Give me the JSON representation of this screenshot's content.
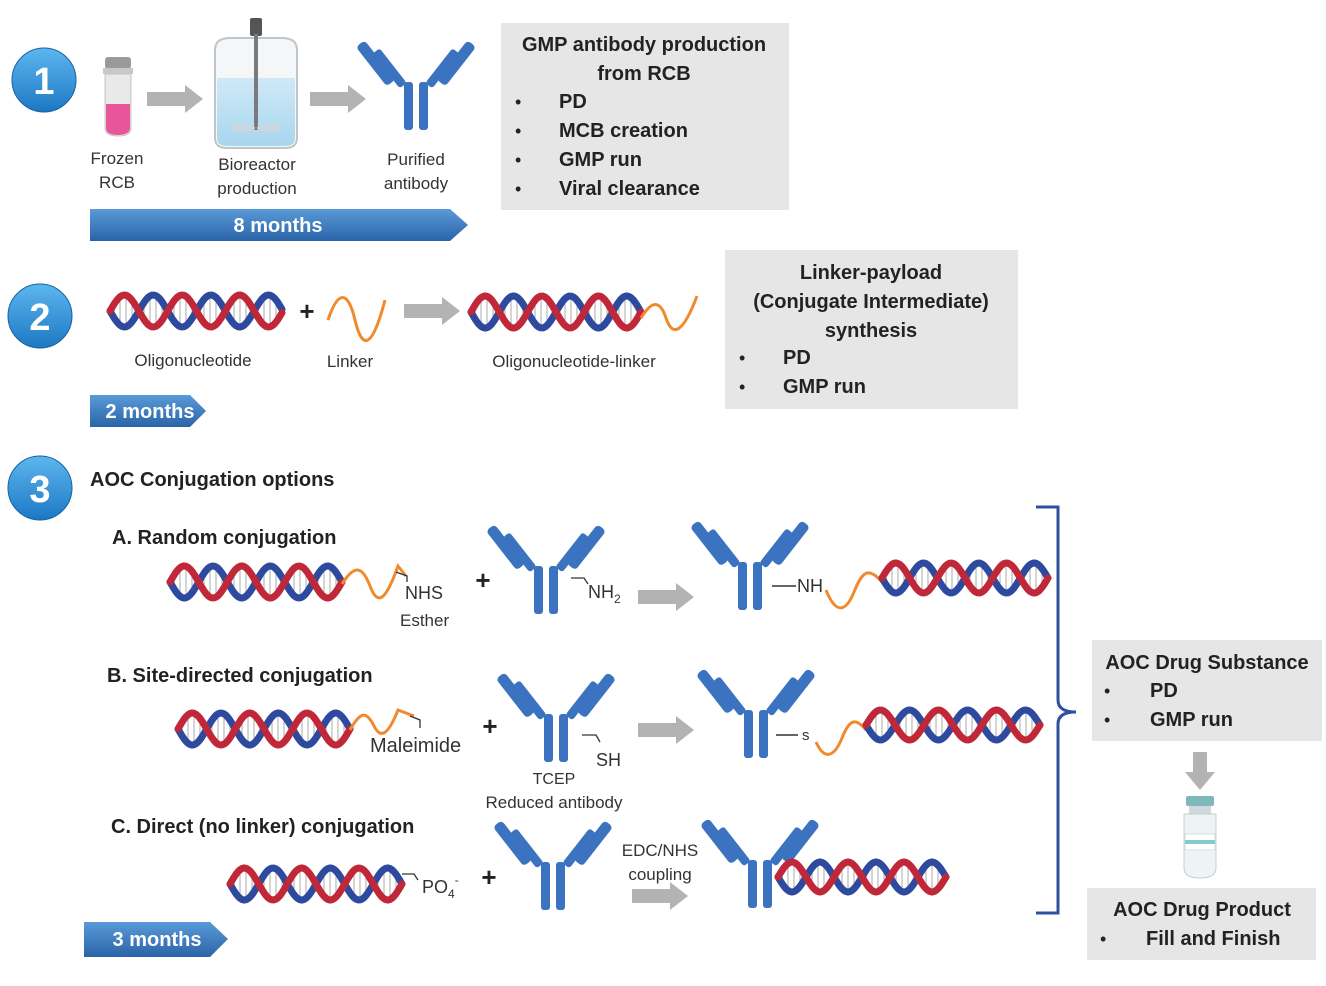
{
  "steps": [
    {
      "number": "1"
    },
    {
      "number": "2"
    },
    {
      "number": "3"
    }
  ],
  "step1": {
    "labels": {
      "frozen": [
        "Frozen",
        "RCB"
      ],
      "bioreactor": [
        "Bioreactor",
        "production"
      ],
      "purified": [
        "Purified",
        "antibody"
      ]
    },
    "timeline": "8 months",
    "box": {
      "title": [
        "GMP antibody production",
        "from RCB"
      ],
      "items": [
        "PD",
        "MCB creation",
        "GMP run",
        "Viral clearance"
      ]
    }
  },
  "step2": {
    "labels": {
      "oligo": "Oligonucleotide",
      "linker": "Linker",
      "oligo_linker": "Oligonucleotide-linker"
    },
    "plus": "+",
    "timeline": "2 months",
    "box": {
      "title": [
        "Linker-payload",
        "(Conjugate Intermediate)",
        "synthesis"
      ],
      "items": [
        "PD",
        "GMP run"
      ]
    }
  },
  "step3": {
    "heading": "AOC Conjugation options",
    "options": {
      "a": {
        "title": "A. Random conjugation",
        "group_left": "NHS",
        "group_left_sub": "Esther",
        "group_ab": "NH",
        "group_ab_sub": "2",
        "product_group": "NH"
      },
      "b": {
        "title": "B. Site-directed conjugation",
        "group_left": "Maleimide",
        "group_ab": "SH",
        "ab_note": [
          "TCEP",
          "Reduced antibody"
        ],
        "product_group": "s"
      },
      "c": {
        "title": "C. Direct (no linker) conjugation",
        "group_left": "PO",
        "group_left_sub": "4",
        "group_left_sup": "-",
        "coupling": [
          "EDC/NHS",
          "coupling"
        ]
      }
    },
    "plus": "+",
    "timeline": "3 months",
    "drug_substance": {
      "title": "AOC Drug Substance",
      "items": [
        "PD",
        "GMP run"
      ]
    },
    "drug_product": {
      "title": "AOC Drug Product",
      "items": [
        "Fill and Finish"
      ]
    }
  },
  "bullet": "•",
  "colors": {
    "circle": "#2b8fd6",
    "antibody": "#3b73c0",
    "dna_blue": "#2e4a9e",
    "dna_red": "#c0283a",
    "linker": "#f08a2c",
    "arrow": "#b3b3b3",
    "box": "#e6e6e6",
    "timeline": "#3a78c2",
    "bracket": "#2f4fa0"
  }
}
